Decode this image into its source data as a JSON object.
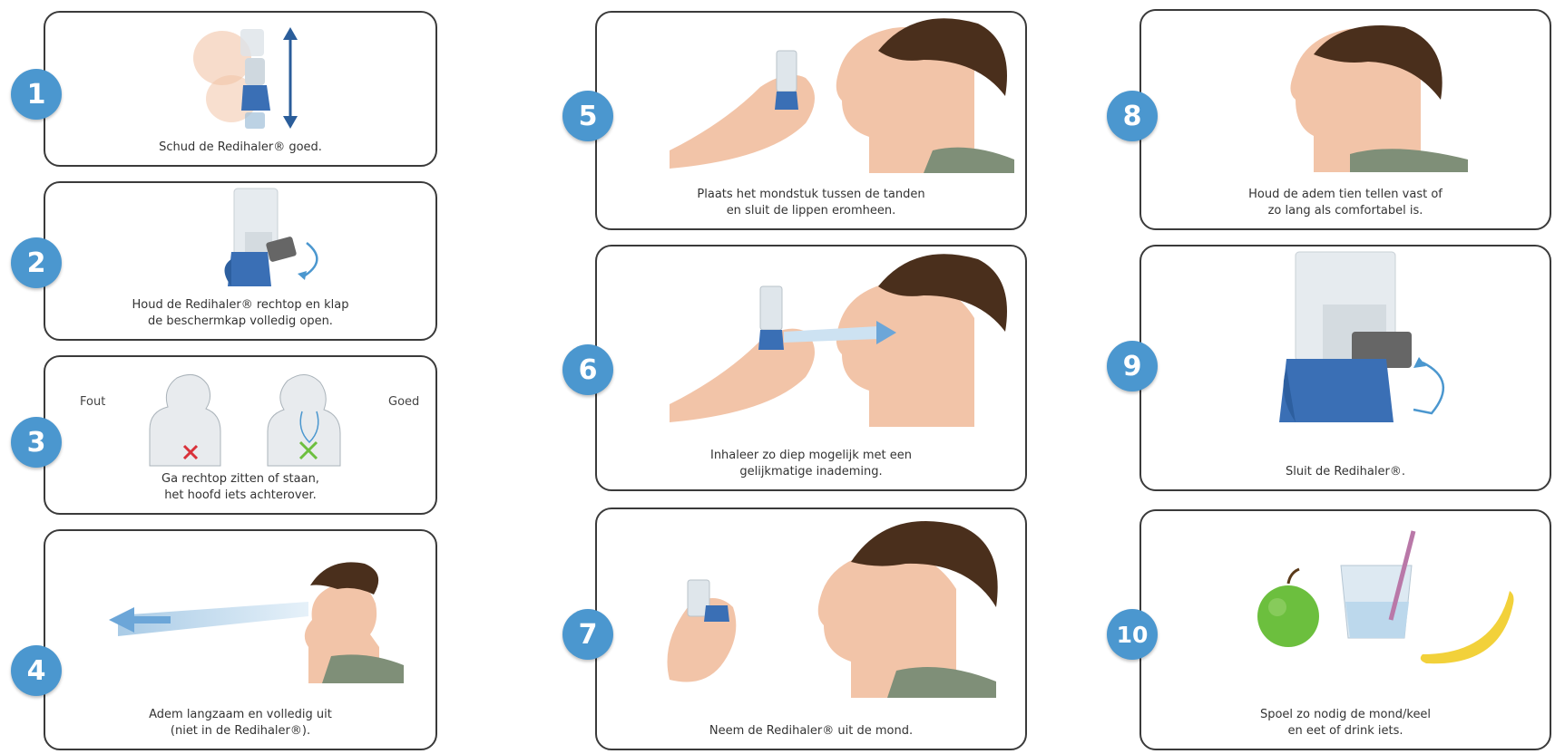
{
  "steps": [
    {
      "number": "1",
      "caption": "Schud de Redihaler® goed."
    },
    {
      "number": "2",
      "caption": "Houd de Redihaler® rechtop en klap\nde beschermkap volledig open."
    },
    {
      "number": "3",
      "caption": "Ga rechtop zitten of staan,\nhet hoofd iets achterover.",
      "label_left": "Fout",
      "label_right": "Goed"
    },
    {
      "number": "4",
      "caption": "Adem langzaam en volledig uit\n(niet in de Redihaler®)."
    },
    {
      "number": "5",
      "caption": "Plaats het mondstuk tussen de tanden\nen sluit de lippen eromheen."
    },
    {
      "number": "6",
      "caption": "Inhaleer zo diep mogelijk met een\ngelijkmatige inademing."
    },
    {
      "number": "7",
      "caption": "Neem de Redihaler® uit de mond."
    },
    {
      "number": "8",
      "caption": "Houd de adem tien tellen vast of\nzo lang als comfortabel is."
    },
    {
      "number": "9",
      "caption": "Sluit de Redihaler®."
    },
    {
      "number": "10",
      "caption": "Spoel zo nodig de mond/keel\nen eet of drink iets."
    }
  ],
  "colors": {
    "badge": "#4b97cf",
    "inhaler_blue": "#3a6fb5",
    "skin": "#f2c4a8",
    "hair": "#4a2f1c",
    "shirt": "#7f8f78",
    "wrong": "#d9313a",
    "right": "#6cbf3e"
  }
}
